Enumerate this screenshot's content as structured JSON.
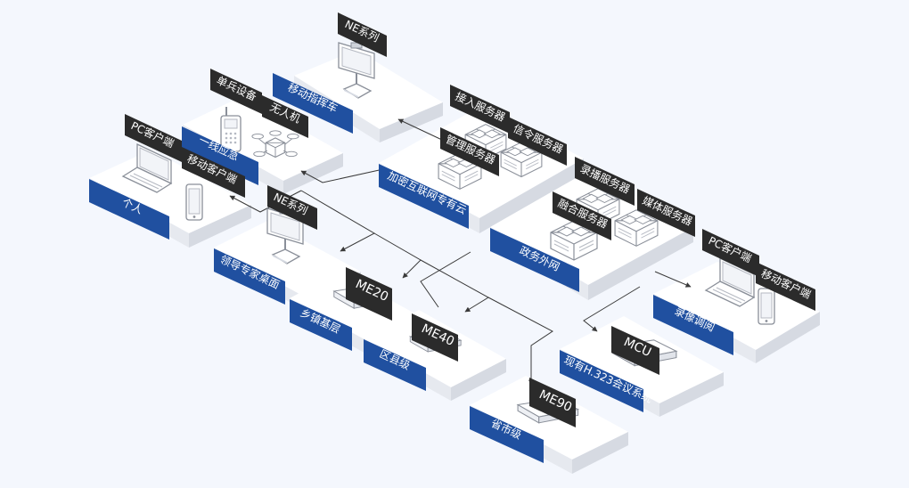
{
  "colors": {
    "background": "#f4f7fd",
    "platform_top": "#ffffff",
    "platform_left": "#e6e9ef",
    "platform_right": "#d6dae2",
    "blue_label": "#2050a0",
    "dark_label": "#2b2b2b",
    "connector": "#3a3a3a",
    "device_line": "#8a8f99"
  },
  "zones": {
    "mobile_command": "移动指挥车",
    "frontline": "一线应急",
    "personal": "个人",
    "cloud": "加密互联网专有云",
    "gov_network": "政务外网",
    "leader_desktop": "领导专家桌面",
    "township": "乡镇基层",
    "district": "区县级",
    "city": "省市级",
    "h323": "现有H.323会议系统",
    "recording": "录像调阅"
  },
  "devices": {
    "ne_series_top": "NE系列",
    "single_soldier": "单兵设备",
    "drone": "无人机",
    "pc_client_left": "PC客户端",
    "mobile_client_left": "移动客户端",
    "access_server": "接入服务器",
    "signaling_server": "信令服务器",
    "management_server": "管理服务器",
    "recording_server": "录播服务器",
    "media_server": "媒体服务器",
    "fusion_server": "融合服务器",
    "ne_series_mid": "NE系列",
    "me20": "ME20",
    "me40": "ME40",
    "me90": "ME90",
    "mcu": "MCU",
    "pc_client_right": "PC客户端",
    "mobile_client_right": "移动客户端"
  }
}
